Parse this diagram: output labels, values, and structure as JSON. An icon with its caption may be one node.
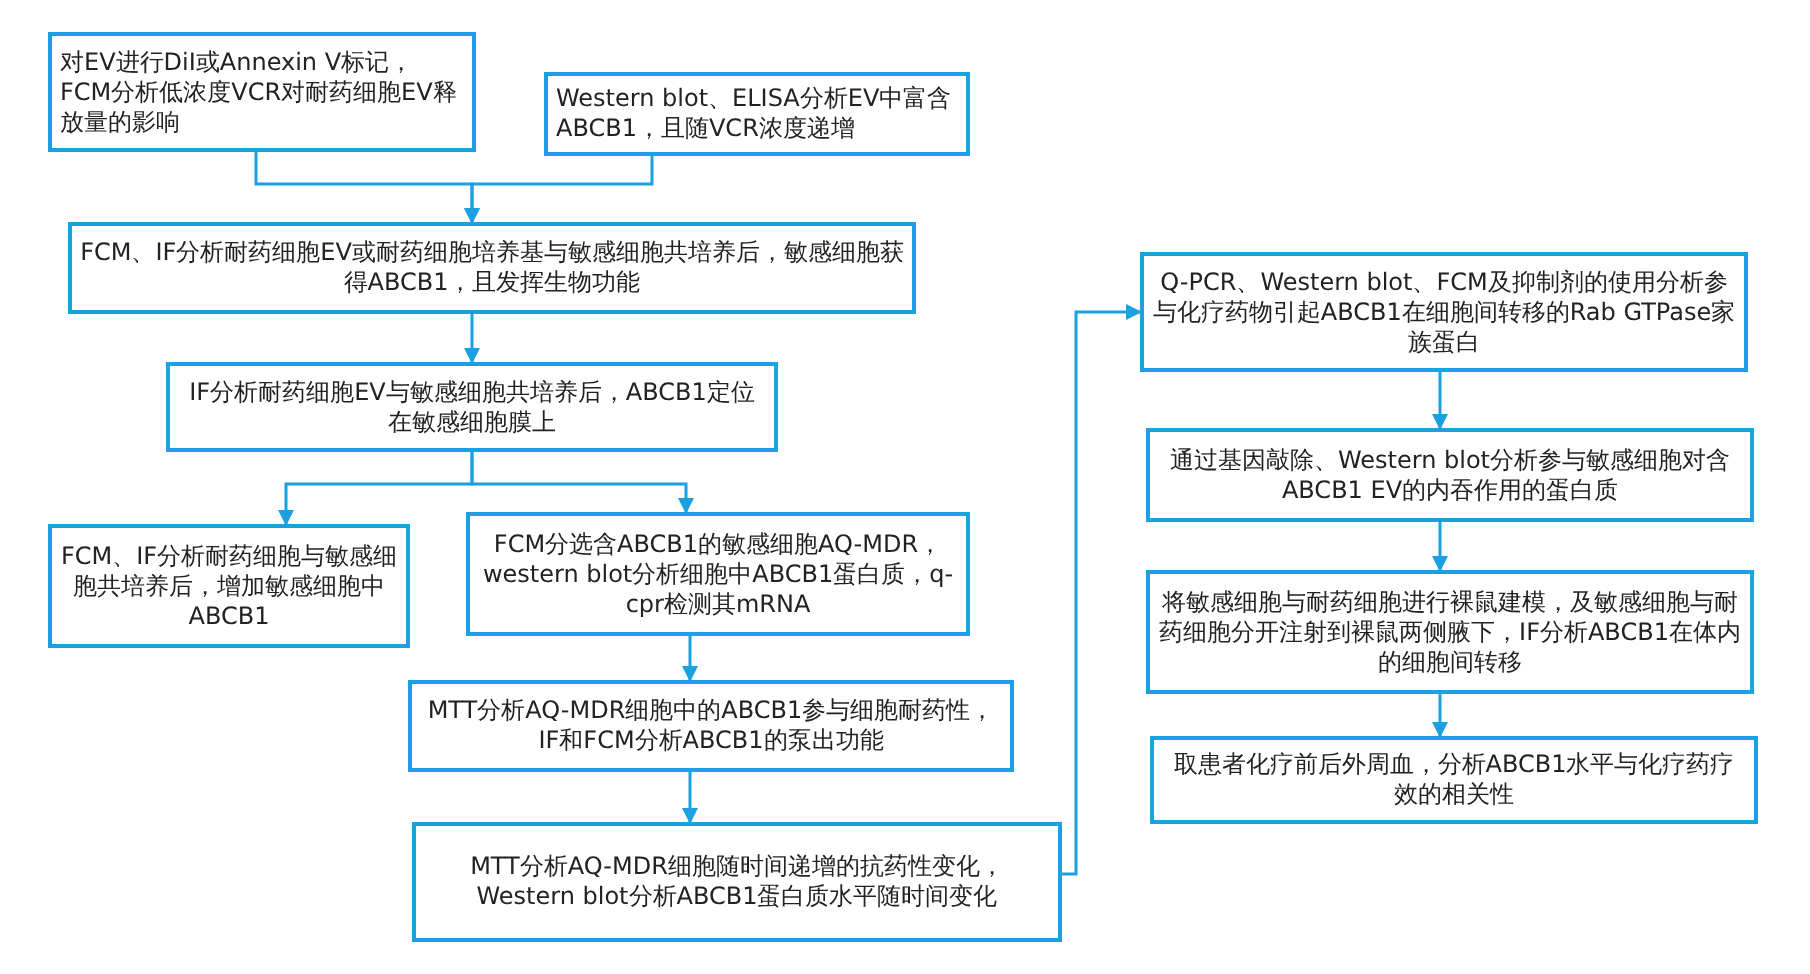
{
  "diagram": {
    "nodes": [
      {
        "text": [
          "对EV进行DiI或Annexin V标记，FCM分析低浓度VCR对耐药细胞EV释放量的影响"
        ]
      },
      {
        "text": [
          "Western blot、ELISA分析EV中富含ABCB1，且随VCR浓度递增"
        ]
      },
      {
        "text": [
          "FCM、IF分析耐药细胞EV或耐药细胞培养基与敏感细胞共培养后，敏感细胞获得ABCB1，且发挥生物功能"
        ]
      },
      {
        "text": [
          "IF分析耐药细胞EV与敏感细胞共培养后，ABCB1定位在敏感细胞膜上"
        ]
      },
      {
        "text": [
          "FCM、IF分析耐药细胞与敏感细胞共培养后，增加敏感细胞中ABCB1"
        ]
      },
      {
        "text": [
          "FCM分选含ABCB1的敏感细胞AQ-MDR，western blot分析细胞中ABCB1蛋白质，q-cpr检测其mRNA"
        ]
      },
      {
        "text": [
          "MTT分析AQ-MDR细胞中的ABCB1参与细胞耐药性，IF和FCM分析ABCB1的泵出功能"
        ]
      },
      {
        "text": [
          "MTT分析AQ-MDR细胞随时间递增的抗药性变化，Western blot分析ABCB1蛋白质水平随时间变化"
        ]
      },
      {
        "text": [
          "Q-PCR、Western blot、FCM及抑制剂的使用分析参与化疗药物引起ABCB1在细胞间转移的Rab GTPase家族蛋白"
        ]
      },
      {
        "text": [
          "通过基因敲除、Western blot分析参与敏感细胞对含ABCB1 EV的内吞作用的蛋白质"
        ]
      },
      {
        "text": [
          "将敏感细胞与耐药细胞进行裸鼠建模，及敏感细胞与耐药细胞分开注射到裸鼠两侧腋下，IF分析ABCB1在体内的细胞间转移"
        ]
      },
      {
        "text": [
          "取患者化疗前后外周血，分析ABCB1水平与化疗药疗效的相关性"
        ]
      }
    ],
    "edges": [
      {
        "from": 0,
        "to": 2,
        "arrow": "to"
      },
      {
        "from": 1,
        "to": 2,
        "arrow": "to"
      },
      {
        "from": 2,
        "to": 3,
        "arrow": "to"
      },
      {
        "from": 3,
        "to": 4,
        "arrow": "to"
      },
      {
        "from": 3,
        "to": 5,
        "arrow": "to"
      },
      {
        "from": 5,
        "to": 6,
        "arrow": "to"
      },
      {
        "from": 6,
        "to": 7,
        "arrow": "to"
      },
      {
        "from": 7,
        "to": 8,
        "arrow": "to"
      },
      {
        "from": 8,
        "to": 9,
        "arrow": "to"
      },
      {
        "from": 9,
        "to": 10,
        "arrow": "to"
      },
      {
        "from": 10,
        "to": 11,
        "arrow": "to"
      }
    ]
  }
}
